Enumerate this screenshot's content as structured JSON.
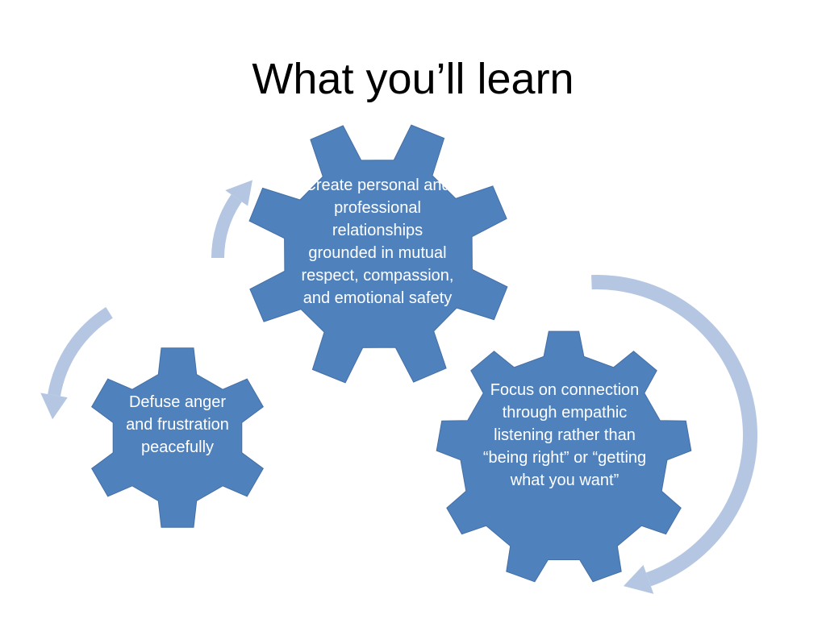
{
  "slide": {
    "title": "What you’ll learn"
  },
  "diagram": {
    "gears": [
      {
        "id": "top",
        "text": "Create personal and professional relationships grounded in mutual respect, compassion, and emotional safety"
      },
      {
        "id": "left",
        "text": "Defuse anger and frustration peacefully"
      },
      {
        "id": "right",
        "text": "Focus on connection through empathic listening rather than “being right” or “getting what you want”"
      }
    ],
    "colors": {
      "gear_fill": "#4F81BD",
      "gear_stroke": "#456FA6",
      "arrow_fill": "#B4C6E2",
      "text": "#FFFFFF",
      "title": "#000000"
    },
    "arrows": [
      {
        "name": "arrow-top-left",
        "direction": "up-right"
      },
      {
        "name": "arrow-left",
        "direction": "down-left"
      },
      {
        "name": "arrow-right",
        "direction": "down-left"
      }
    ]
  }
}
